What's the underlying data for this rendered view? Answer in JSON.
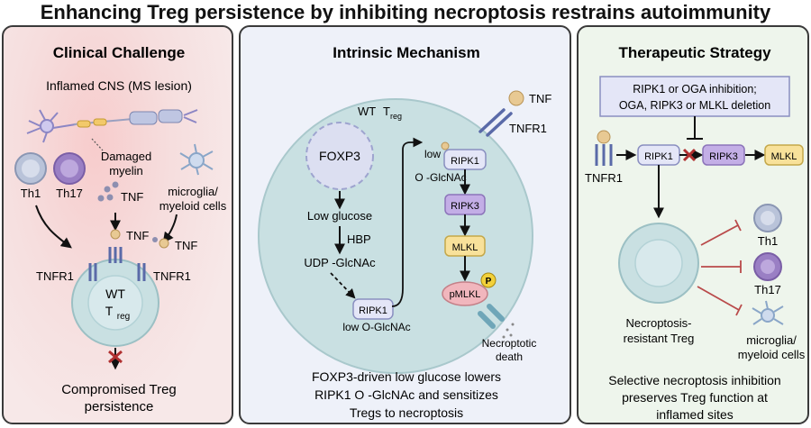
{
  "title": "Enhancing Treg persistence by inhibiting necroptosis restrains autoimmunity",
  "panel1": {
    "heading": "Clinical Challenge",
    "inflamed": "Inflamed CNS (MS lesion)",
    "damaged1": "Damaged",
    "damaged2": "myelin",
    "th1": "Th1",
    "th17": "Th17",
    "tnf": "TNF",
    "microglia1": "microglia/",
    "microglia2": "myeloid cells",
    "tnf_center": "TNF",
    "tnf_right": "TNF",
    "tnfr1_left": "TNFR1",
    "tnfr1_right": "TNFR1",
    "wt": "WT",
    "treg_main": "T",
    "treg_sub": "reg",
    "outcome1": "Compromised Treg",
    "outcome2": "persistence"
  },
  "panel2": {
    "heading": "Intrinsic Mechanism",
    "wt": "WT",
    "treg_main": "T",
    "treg_sub": "reg",
    "foxp3": "FOXP3",
    "low_glucose": "Low glucose",
    "hbp": "HBP",
    "udp": "UDP -GlcNAc",
    "ripk1_a": "RIPK1",
    "low_oglcnac": "low O-GlcNAc",
    "tnf": "TNF",
    "tnfr1": "TNFR1",
    "low": "low",
    "ripk1_b": "RIPK1",
    "oglcnac": "O -GlcNAc",
    "ripk3": "RIPK3",
    "mlkl": "MLKL",
    "pmlkl": "pMLKL",
    "p": "P",
    "death1": "Necroptotic",
    "death2": "death",
    "caption1": "FOXP3-driven low glucose lowers",
    "caption2": "RIPK1 O -GlcNAc and sensitizes",
    "caption3": "Tregs to necroptosis"
  },
  "panel3": {
    "heading": "Therapeutic Strategy",
    "box1": "RIPK1 or OGA inhibition;",
    "box2": "OGA, RIPK3 or MLKL deletion",
    "ripk1": "RIPK1",
    "ripk3": "RIPK3",
    "mlkl": "MLKL",
    "tnfr1": "TNFR1",
    "th1": "Th1",
    "th17": "Th17",
    "microglia1": "microglia/",
    "microglia2": "myeloid cells",
    "nr1": "Necroptosis-",
    "nr2": "resistant Treg",
    "caption1": "Selective necroptosis inhibition",
    "caption2": "preserves Treg function at",
    "caption3": "inflamed sites"
  },
  "colors": {
    "ripk1_fill": "#e4e6f7",
    "ripk3_fill": "#c3aee6",
    "mlkl_fill": "#f8e19a",
    "pmlkl_fill": "#f1b6bd",
    "inhibit_red": "#b94a4a",
    "cross_red": "#b03030"
  }
}
